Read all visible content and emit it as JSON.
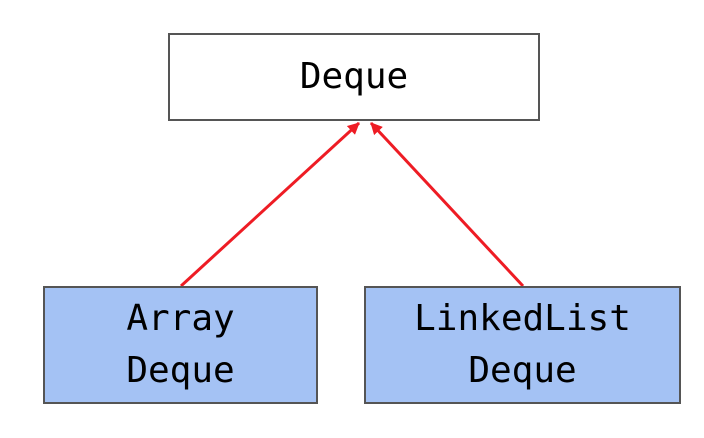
{
  "diagram": {
    "parent": {
      "label": "Deque"
    },
    "children": [
      {
        "line1": "Array",
        "line2": "Deque"
      },
      {
        "line1": "LinkedList",
        "line2": "Deque"
      }
    ]
  },
  "colors": {
    "arrow": "#ee1c24",
    "child_fill": "#a4c2f4",
    "box_border": "#555555",
    "parent_fill": "#ffffff"
  }
}
